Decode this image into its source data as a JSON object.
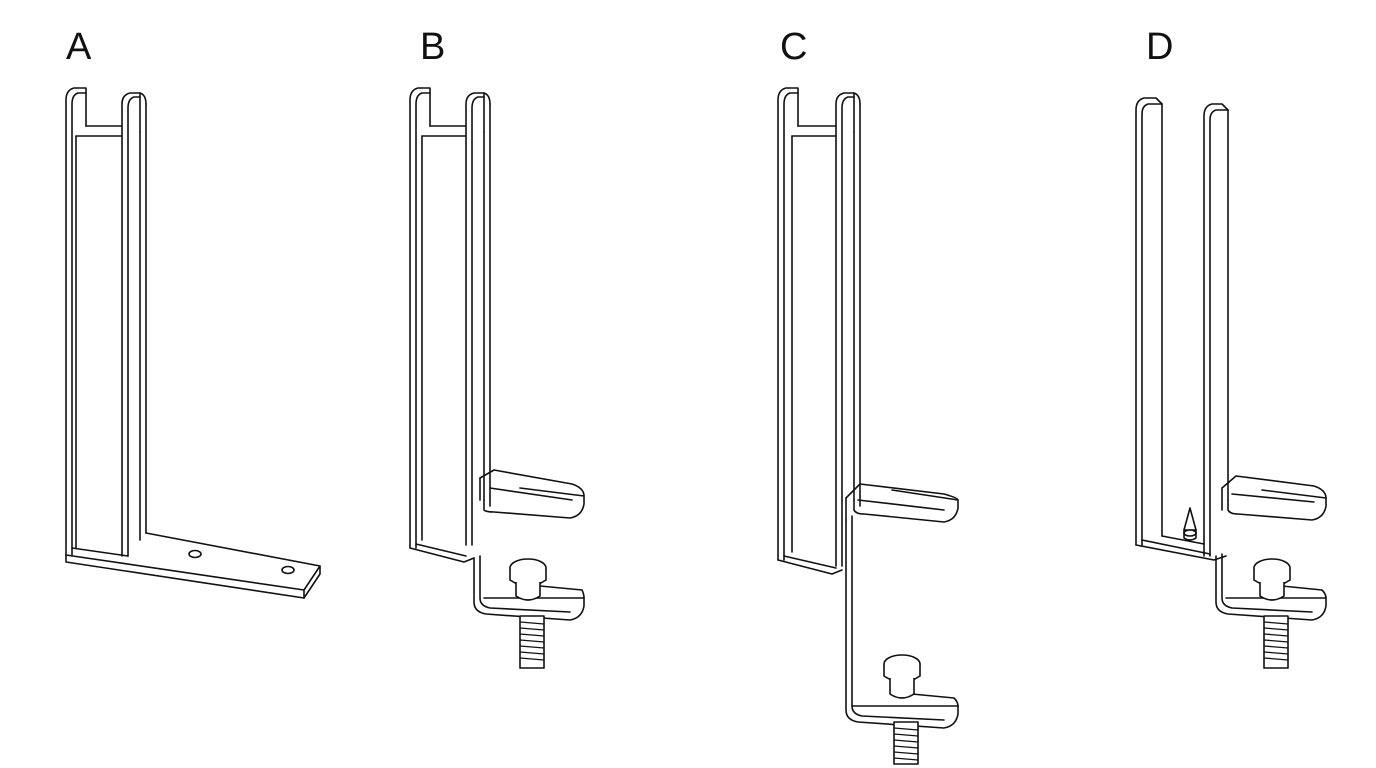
{
  "variants": [
    {
      "label": "A",
      "description_icon": "bracket-flat-base-icon"
    },
    {
      "label": "B",
      "description_icon": "bracket-small-clamp-icon"
    },
    {
      "label": "C",
      "description_icon": "bracket-tall-clamp-icon"
    },
    {
      "label": "D",
      "description_icon": "bracket-spike-clamp-icon"
    }
  ]
}
